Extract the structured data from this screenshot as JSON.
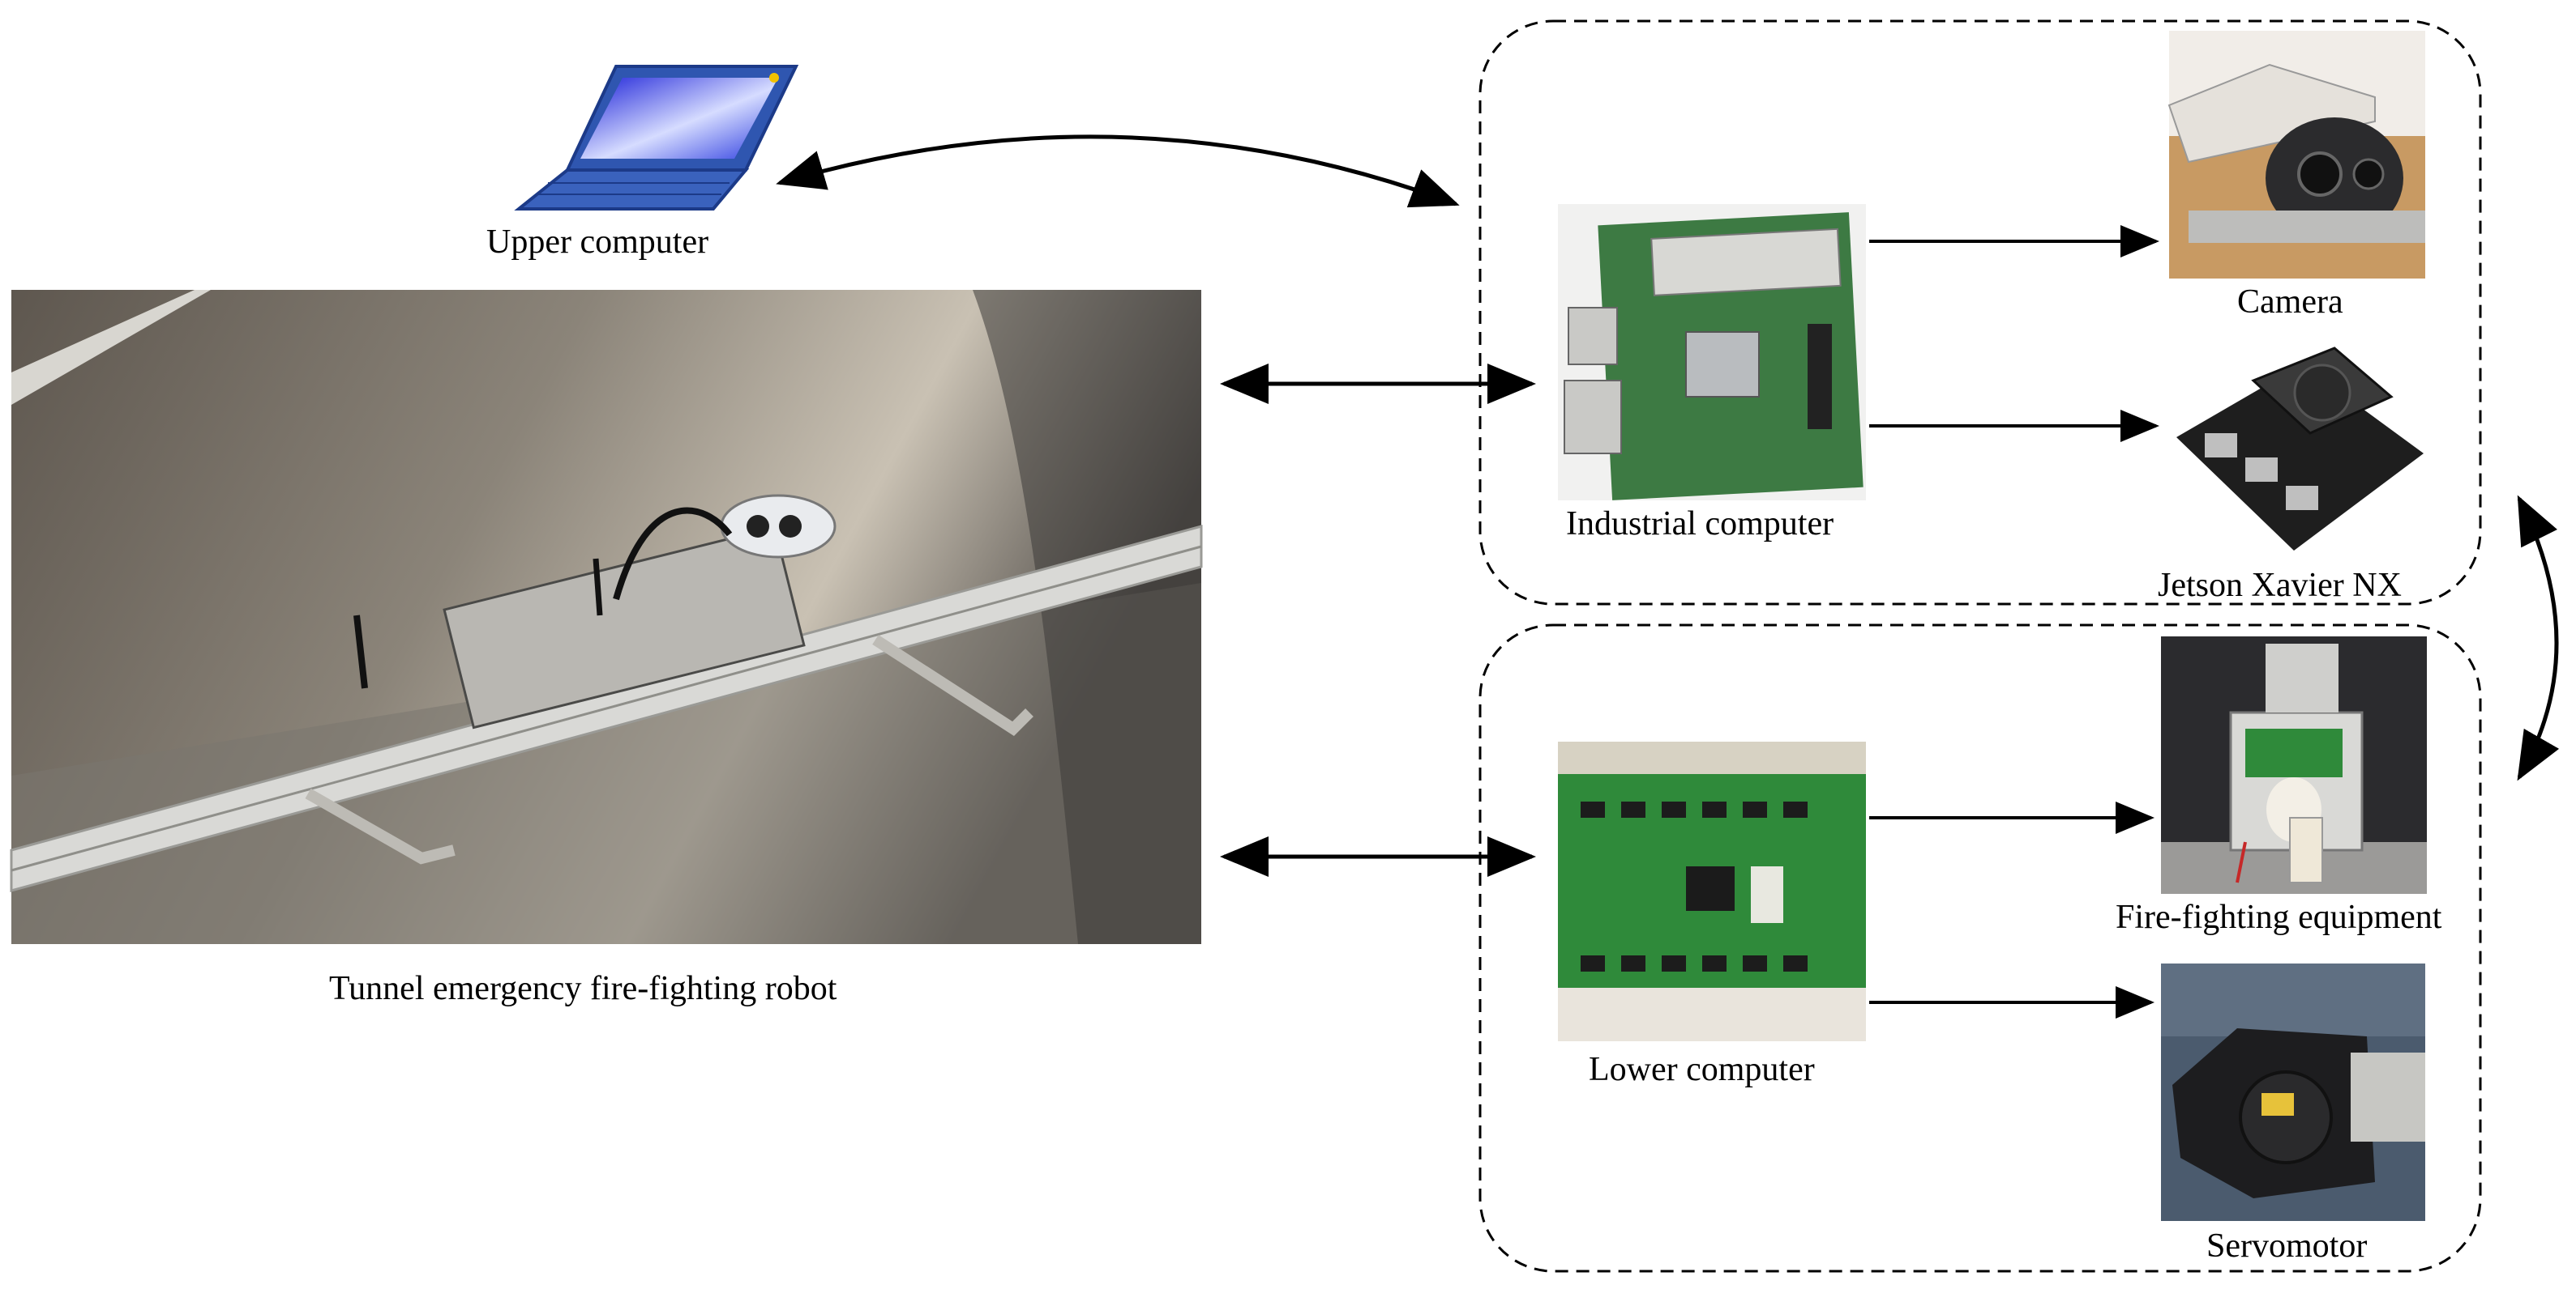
{
  "diagram": {
    "nodes": {
      "upper_computer": {
        "label": "Upper computer",
        "icon": "laptop-icon"
      },
      "robot": {
        "label": "Tunnel emergency fire-fighting robot",
        "icon": "robot-photo"
      },
      "industrial_computer": {
        "label": "Industrial computer",
        "icon": "motherboard-photo"
      },
      "camera": {
        "label": "Camera",
        "icon": "camera-photo"
      },
      "jetson": {
        "label": "Jetson Xavier NX",
        "icon": "jetson-board-photo"
      },
      "lower_computer": {
        "label": "Lower computer",
        "icon": "control-board-photo"
      },
      "fire_equipment": {
        "label": "Fire-fighting equipment",
        "icon": "nozzle-photo"
      },
      "servomotor": {
        "label": "Servomotor",
        "icon": "motor-photo"
      }
    },
    "edges": [
      {
        "from": "upper_computer",
        "to": "upper_group",
        "direction": "both"
      },
      {
        "from": "robot",
        "to": "industrial_computer",
        "direction": "both"
      },
      {
        "from": "robot",
        "to": "lower_computer",
        "direction": "both"
      },
      {
        "from": "industrial_computer",
        "to": "camera",
        "direction": "forward"
      },
      {
        "from": "industrial_computer",
        "to": "jetson",
        "direction": "forward"
      },
      {
        "from": "lower_computer",
        "to": "fire_equipment",
        "direction": "forward"
      },
      {
        "from": "lower_computer",
        "to": "servomotor",
        "direction": "forward"
      },
      {
        "from": "upper_group",
        "to": "lower_group",
        "direction": "both"
      }
    ],
    "colors": {
      "line": "#000000",
      "laptop": "#2f56b0",
      "board_green": "#2e7d32",
      "wall": "#6f6a63"
    }
  }
}
